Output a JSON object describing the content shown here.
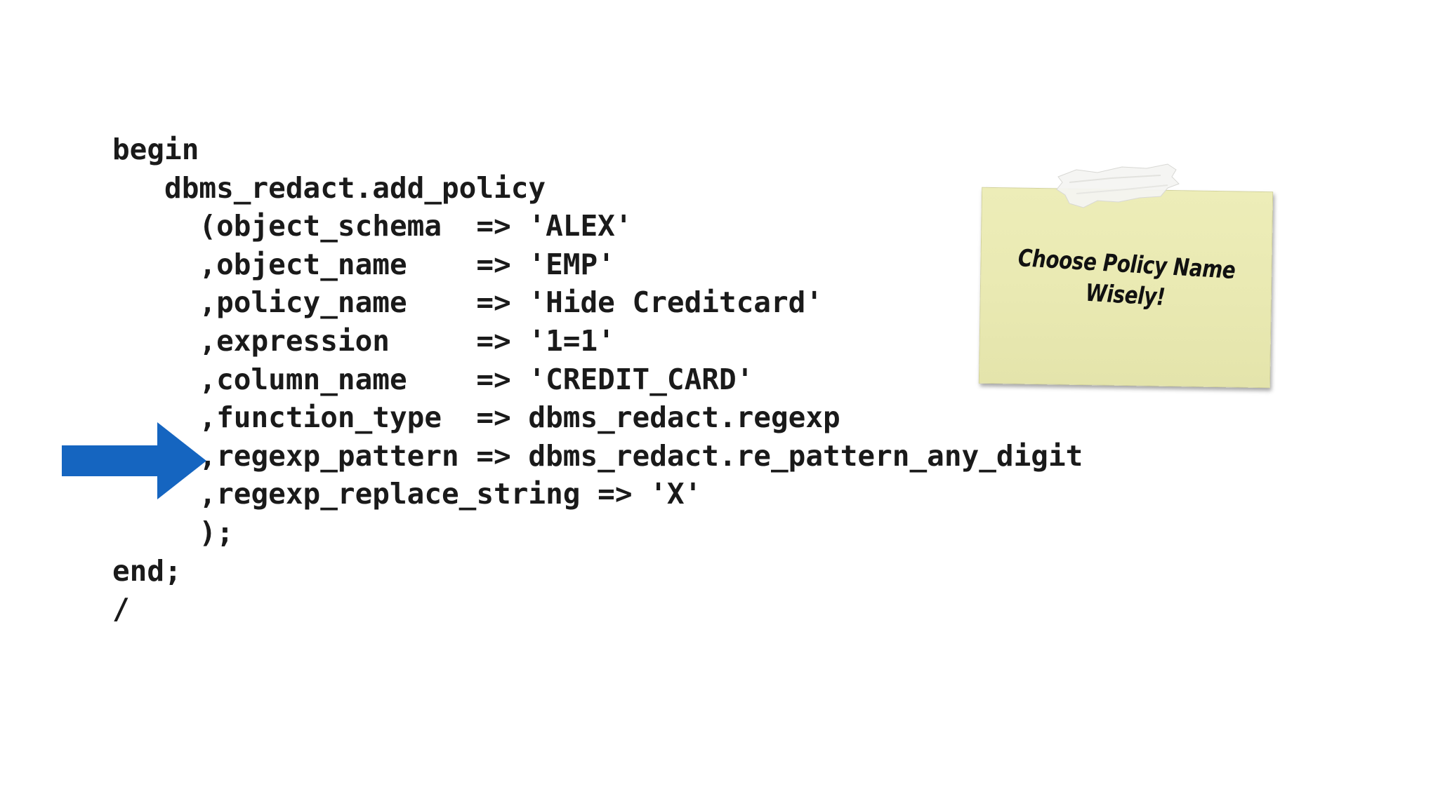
{
  "code": {
    "lines": [
      "begin",
      "   dbms_redact.add_policy",
      "     (object_schema  => 'ALEX'",
      "     ,object_name    => 'EMP'",
      "     ,policy_name    => 'Hide Creditcard'",
      "     ,expression     => '1=1'",
      "     ,column_name    => 'CREDIT_CARD'",
      "     ,function_type  => dbms_redact.regexp",
      "     ,regexp_pattern => dbms_redact.re_pattern_any_digit",
      "     ,regexp_replace_string => 'X'",
      "     );",
      "end;",
      "/"
    ]
  },
  "sticky_note": {
    "line1": "Choose Policy Name",
    "line2": "Wisely!"
  },
  "colors": {
    "arrow": "#1565c0",
    "note": "#ebebb5",
    "code_text": "#1a1a1a"
  },
  "icons": {
    "arrow": "right-arrow-icon",
    "tape": "tape-icon"
  }
}
